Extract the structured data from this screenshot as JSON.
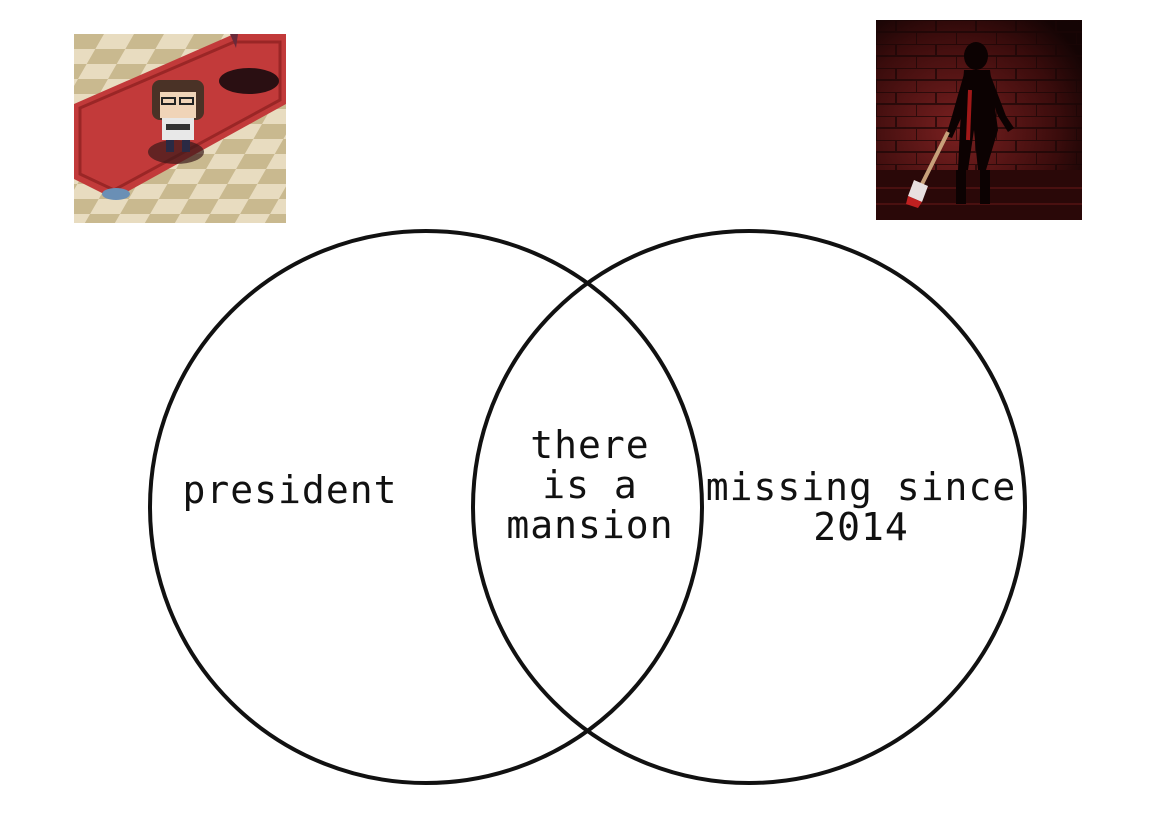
{
  "diagram": {
    "type": "venn",
    "sets": [
      {
        "label": "president"
      },
      {
        "label": "missing since\n2014"
      }
    ],
    "intersection": {
      "label": "there\nis a\nmansion"
    }
  },
  "images": [
    {
      "name": "pixel-girl-on-red-rug-image",
      "depicts": "pixel-art girl with brown hair and glasses standing on a red rug over a checkered tile floor"
    },
    {
      "name": "shadow-figure-with-axe-image",
      "depicts": "dark silhouette figure holding a bloody axe in a red brick room"
    }
  ],
  "colors": {
    "background": "#ffffff",
    "stroke": "#111111",
    "rug": "#c23a3a",
    "tile_light": "#e8dcc0",
    "tile_dark": "#c9b98f",
    "room_dark": "#2a0a0a",
    "room_red": "#5a1414"
  }
}
